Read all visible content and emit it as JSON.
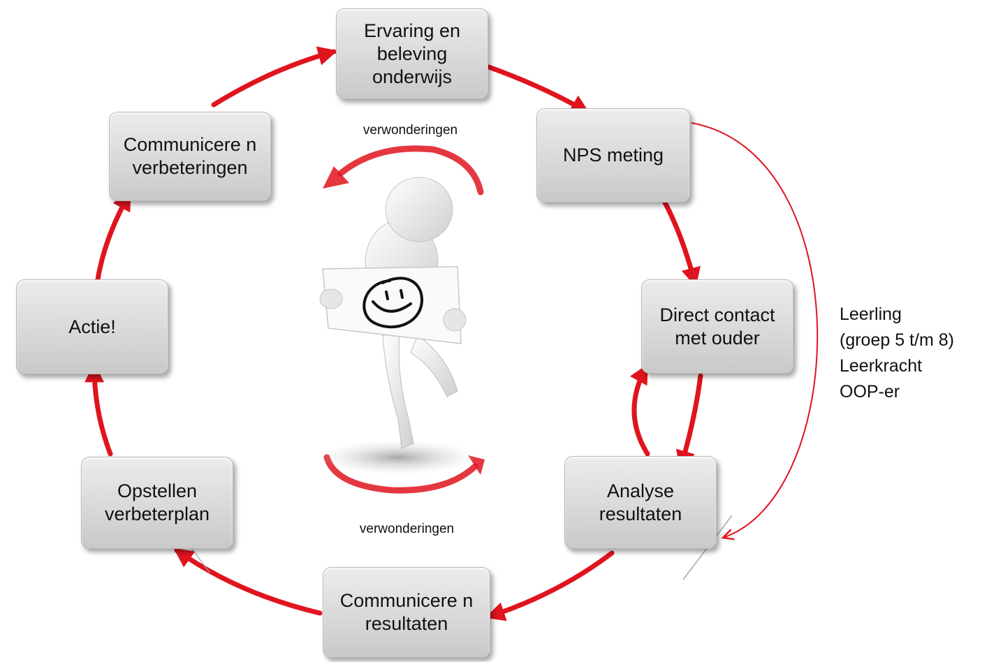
{
  "steps": {
    "ervaring": "Ervaring en beleving onderwijs",
    "nps": "NPS meting",
    "direct": "Direct contact met ouder",
    "analyse": "Analyse resultaten",
    "comm_resultaten": "Communicere n resultaten",
    "opstellen": "Opstellen verbeterplan",
    "actie": "Actie!",
    "comm_verbeteringen": "Communicere n verbeteringen"
  },
  "labels": {
    "verwonderingen_top": "verwonderingen",
    "verwonderingen_bottom": "verwonderingen"
  },
  "side_note": [
    "Leerling",
    "(groep 5 t/m 8)",
    "Leerkracht",
    "OOP-er"
  ],
  "colors": {
    "arrow": "#e0141e",
    "box": "#d9d9d9"
  }
}
